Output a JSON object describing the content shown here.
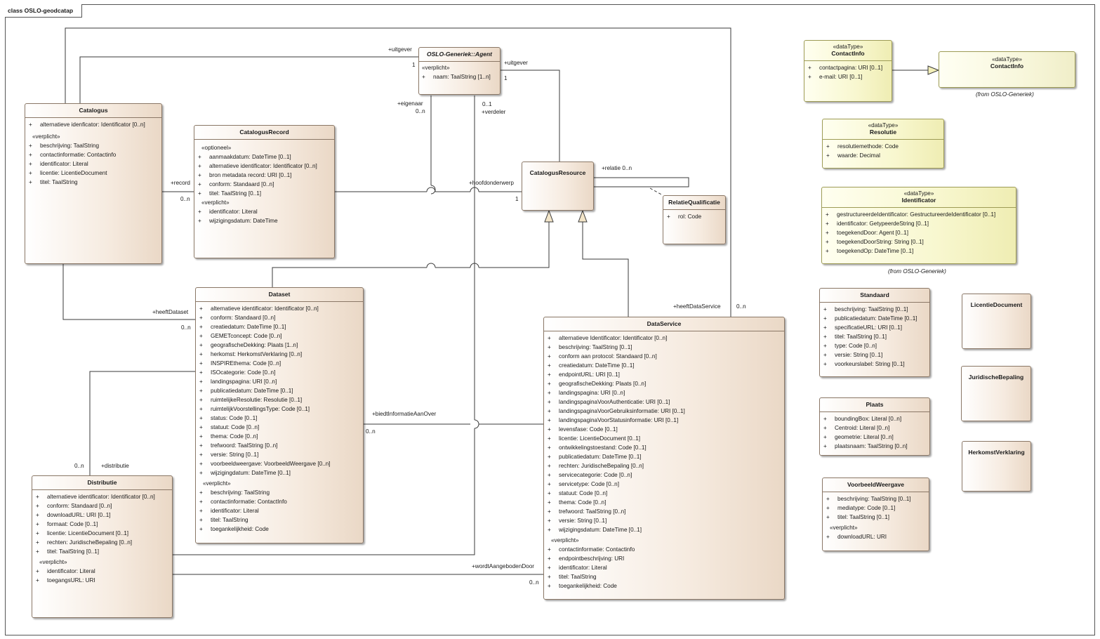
{
  "diagram_title": "class OSLO-geodcatap",
  "classes": {
    "agent": {
      "name": "OSLO-Generiek::Agent",
      "groups": [
        {
          "stereo": "«verplicht»",
          "attrs": [
            "naam: TaalString [1..n]"
          ]
        }
      ]
    },
    "catalogus": {
      "name": "Catalogus",
      "attrs": [
        "alternatieve idenficator: Identificator [0..n]"
      ],
      "groups": [
        {
          "stereo": "«verplicht»",
          "attrs": [
            "beschrijving: TaalString",
            "contactinformatie: Contactinfo",
            "identificator: Literal",
            "licentie: LicentieDocument",
            "titel: TaalString"
          ]
        }
      ]
    },
    "catalogusrecord": {
      "name": "CatalogusRecord",
      "groups": [
        {
          "stereo": "«optioneel»",
          "attrs": [
            "aanmaakdatum: DateTime [0..1]",
            "alternatieve identificator: Identificator [0..n]",
            "bron metadata record: URI [0..1]",
            "conform: Standaard [0..n]",
            "titel: TaalString [0..1]"
          ]
        },
        {
          "stereo": "«verplicht»",
          "attrs": [
            "identificator: Literal",
            "wijzigingsdatum: DateTime"
          ]
        }
      ]
    },
    "catalogusresource": {
      "name": "CatalogusResource"
    },
    "relatiequalificatie": {
      "name": "RelatieQualificatie",
      "attrs": [
        "rol: Code"
      ]
    },
    "dataset": {
      "name": "Dataset",
      "attrs": [
        "alternatieve identificator: Identificator [0..n]",
        "conform: Standaard [0..n]",
        "creatiedatum: DateTime [0..1]",
        "GEMETconcept: Code [0..n]",
        "geografischeDekking: Plaats [1..n]",
        "herkomst: HerkomstVerklaring [0..n]",
        "INSPIREthema: Code [0..n]",
        "ISOcategorie: Code [0..n]",
        "landingspagina: URI [0..n]",
        "publicatiedatum: DateTime [0..1]",
        "ruimtelijkeResolutie: Resolutie [0..1]",
        "ruimtelijkVoorstellingsType: Code [0..1]",
        "status: Code [0..1]",
        "statuut: Code [0..n]",
        "thema: Code [0..n]",
        "trefwoord: TaalString [0..n]",
        "versie: String [0..1]",
        "voorbeeldweergave: VoorbeeldWeergave [0..n]",
        "wijzigingdatum: DateTime [0..1]"
      ],
      "groups": [
        {
          "stereo": "«verplicht»",
          "attrs": [
            "beschrijving: TaalString",
            "contactinformatie: ContactInfo",
            "identificator: Literal",
            "titel: TaalString",
            "toegankelijkheid: Code"
          ]
        }
      ]
    },
    "dataservice": {
      "name": "DataService",
      "attrs": [
        "alternatieve Identificator: Identificator [0..n]",
        "beschrijving: TaalString [0..1]",
        "conform aan protocol: Standaard [0..n]",
        "creatiedatum: DateTime [0..1]",
        "endpointURL: URI [0..1]",
        "geografischeDekking: Plaats [0..n]",
        "landingspagina: URI [0..n]",
        "landingspaginaVoorAuthenticatie: URI [0..1]",
        "landingspaginaVoorGebruiksinformatie: URI [0..1]",
        "landingspaginaVoorStatusinformatie: URI [0..1]",
        "levensfase: Code [0..1]",
        "licentie: LicentieDocument [0..1]",
        "ontwikkelingstoestand: Code [0..1]",
        "publicatiedatum: DateTime [0..1]",
        "rechten: JuridischeBepaling [0..n]",
        "servicecategorie: Code [0..n]",
        "servicetype: Code [0..n]",
        "statuut: Code [0..n]",
        "thema: Code [0..n]",
        "trefwoord: TaalString [0..n]",
        "versie: String [0..1]",
        "wijzigingsdatum: DateTime [0..1]"
      ],
      "groups": [
        {
          "stereo": "«verplicht»",
          "attrs": [
            "contactinformatie: Contactinfo",
            "endpointbeschrijving: URI",
            "identificator: Literal",
            "titel: TaalString",
            "toegankelijkheid: Code"
          ]
        }
      ]
    },
    "distributie": {
      "name": "Distributie",
      "attrs": [
        "alternatieve identificator: Identificator [0..n]",
        "conform: Standaard [0..n]",
        "downloadURL: URI [0..1]",
        "formaat: Code [0..1]",
        "licentie: LicentieDocument [0..1]",
        "rechten: JuridischeBepaling [0..n]",
        "titel: TaalString [0..1]"
      ],
      "groups": [
        {
          "stereo": "«verplicht»",
          "attrs": [
            "identificator: Literal",
            "toegangsURL: URI"
          ]
        }
      ]
    },
    "contactinfo": {
      "stereo": "«dataType»",
      "name": "ContactInfo",
      "attrs": [
        "contactpagina: URI [0..1]",
        "e-mail: URI [0..1]"
      ]
    },
    "contactinfo_gen": {
      "stereo": "«dataType»",
      "name": "ContactInfo",
      "from": "(from OSLO-Generiek)"
    },
    "resolutie": {
      "stereo": "«dataType»",
      "name": "Resolutie",
      "attrs": [
        "resolutiemethode: Code",
        "waarde: Decimal"
      ]
    },
    "identificator": {
      "stereo": "«dataType»",
      "name": "Identificator",
      "attrs": [
        "gestructureerdeIdentificator: GestructureerdeIdentificator [0..1]",
        "identificator: GetypeerdeString [0..1]",
        "toegekendDoor: Agent [0..1]",
        "toegekendDoorString: String [0..1]",
        "toegekendOp: DateTime [0..1]"
      ],
      "from": "(from OSLO-Generiek)"
    },
    "standaard": {
      "name": "Standaard",
      "attrs": [
        "beschrijving: TaalString [0..1]",
        "publicatiedatum: DateTime [0..1]",
        "specificatieURL: URI [0..1]",
        "titel: TaalString [0..1]",
        "type: Code [0..n]",
        "versie: String [0..1]",
        "voorkeurslabel: String [0..1]"
      ]
    },
    "plaats": {
      "name": "Plaats",
      "attrs": [
        "boundingBox: Literal [0..n]",
        "Centroid: Literal [0..n]",
        "geometrie: Literal [0..n]",
        "plaatsnaam: TaalString [0..n]"
      ]
    },
    "voorbeeldweergave": {
      "name": "VoorbeeldWeergave",
      "attrs": [
        "beschrijving: TaalString [0..1]",
        "mediatype: Code [0..1]",
        "titel: TaalString [0..1]"
      ],
      "groups": [
        {
          "stereo": "«verplicht»",
          "attrs": [
            "downloadURL: URI"
          ]
        }
      ]
    },
    "licentiedocument": {
      "name": "LicentieDocument"
    },
    "juridischebepaling": {
      "name": "JuridischeBepaling"
    },
    "herkomstverklaring": {
      "name": "HerkomstVerklaring"
    }
  },
  "visibility": "+",
  "labels": {
    "uitgever1": "+uitgever",
    "one_a": "1",
    "uitgever2": "+uitgever",
    "one_b": "1",
    "eigenaar": "+eigenaar",
    "eigenaar_mult": "0..n",
    "verdeler_mult": "0..1",
    "verdeler": "+verdeler",
    "record": "+record",
    "record_mult": "0..n",
    "hoofdonderwerp": "+hoofdonderwerp",
    "hoofd_mult": "1",
    "relatie": "+relatie 0..n",
    "heeftDataset": "+heeftDataset",
    "heeftDataset_mult": "0..n",
    "heeftDataService": "+heeftDataService",
    "heeftDataService_mult": "0..n",
    "biedt": "+biedtInformatieAanOver",
    "biedt_mult": "0..n",
    "distributie_mult": "0..n",
    "distributie": "+distributie",
    "wordt": "+wordtAangebodenDoor",
    "wordt_mult": "0..n"
  }
}
